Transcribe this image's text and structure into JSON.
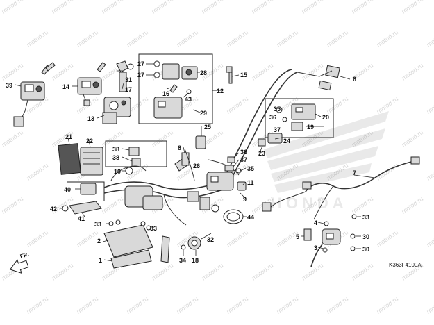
{
  "diagram": {
    "code": "K363F4100A",
    "direction_label": "FR.",
    "watermark": "motod.ru",
    "brand_watermark": "HONDA",
    "callouts": [
      "39",
      "14",
      "13",
      "31",
      "17",
      "27",
      "27",
      "16",
      "28",
      "43",
      "12",
      "15",
      "29",
      "25",
      "6",
      "20",
      "35",
      "36",
      "37",
      "19",
      "24",
      "23",
      "5",
      "38",
      "38",
      "10",
      "8",
      "26",
      "21",
      "22",
      "36",
      "37",
      "35",
      "11",
      "9",
      "40",
      "42",
      "41",
      "33",
      "33",
      "2",
      "1",
      "34",
      "18",
      "32",
      "44",
      "7",
      "4",
      "3",
      "33",
      "30",
      "30"
    ]
  }
}
